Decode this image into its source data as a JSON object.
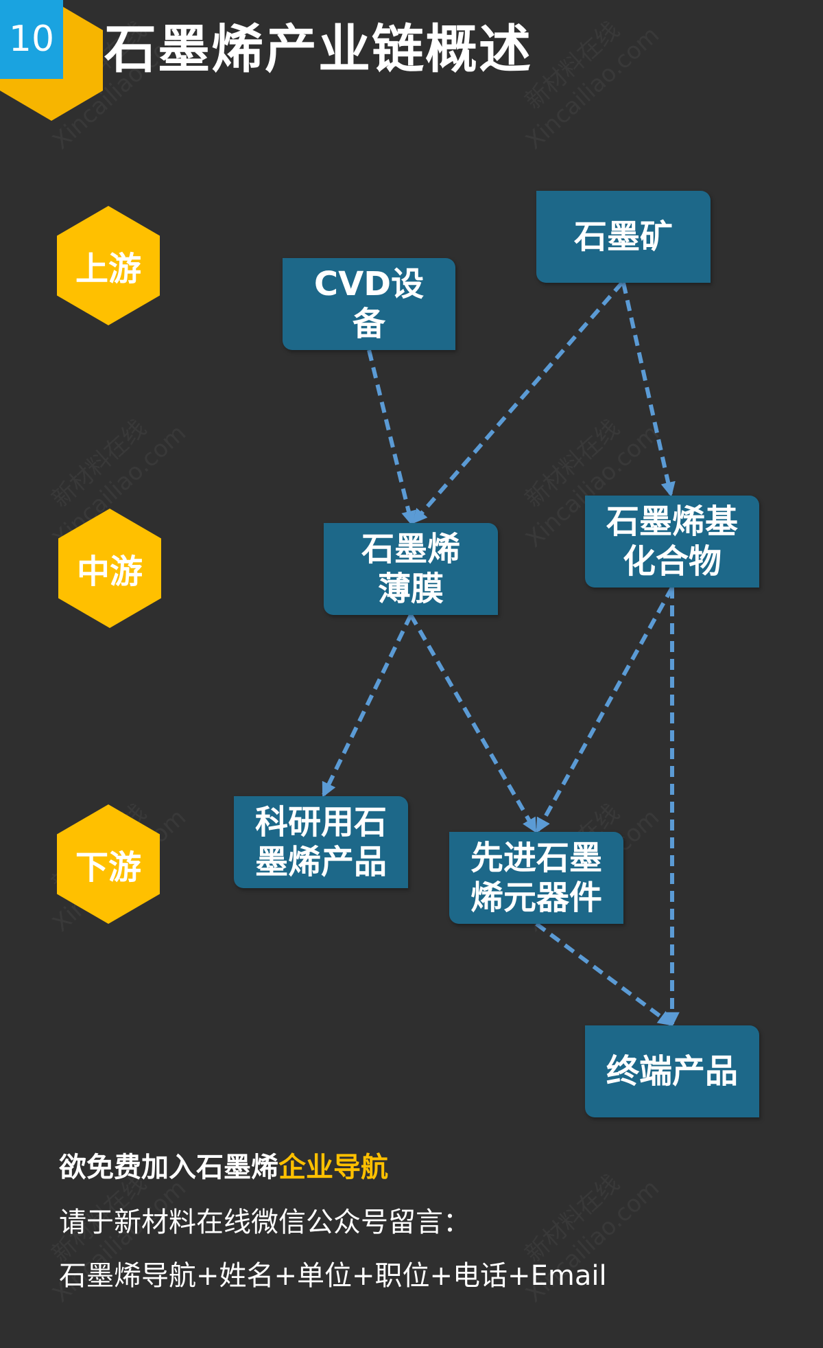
{
  "header": {
    "page_number": "10",
    "title": "石墨烯产业链概述"
  },
  "stages": [
    "上游",
    "中游",
    "下游"
  ],
  "nodes": {
    "cvd": "CVD设\n备",
    "ore": "石墨矿",
    "film": "石墨烯\n薄膜",
    "compound": "石墨烯基\n化合物",
    "research": "科研用石\n墨烯产品",
    "device": "先进石墨\n烯元器件",
    "terminal": "终端产品"
  },
  "edges": [
    [
      "cvd",
      "film"
    ],
    [
      "ore",
      "film"
    ],
    [
      "ore",
      "compound"
    ],
    [
      "film",
      "research"
    ],
    [
      "film",
      "device"
    ],
    [
      "compound",
      "device"
    ],
    [
      "compound",
      "terminal"
    ],
    [
      "device",
      "terminal"
    ]
  ],
  "footer": {
    "line1_prefix": "欲免费加入石墨烯",
    "line1_highlight": "企业导航",
    "line2": "请于新材料在线微信公众号留言：",
    "line3": "石墨烯导航+姓名+单位+职位+电话+Email"
  },
  "watermark": {
    "line1": "新材料在线",
    "line2": "Xincailiao.com"
  },
  "colors": {
    "background": "#2f2f2f",
    "node_fill": "#1d6889",
    "stage_fill": "#ffc000",
    "arrow": "#5b9bd5",
    "highlight": "#ffc000",
    "page_badge": "#1aa3e0"
  }
}
